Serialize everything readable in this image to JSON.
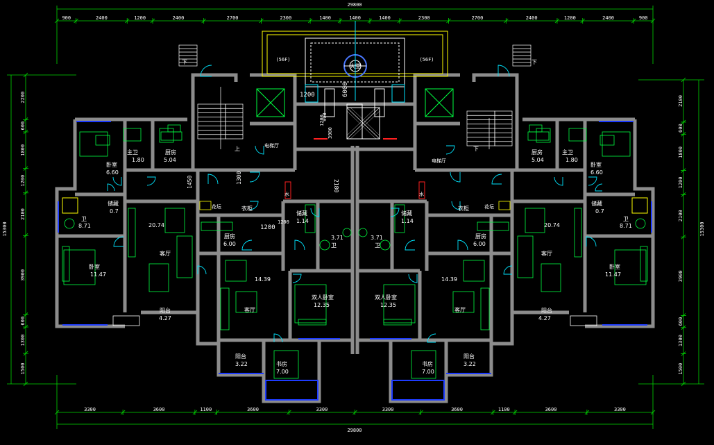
{
  "colors": {
    "background": "#000000",
    "wall": "#8c8c8c",
    "dimension_line": "#00d800",
    "furniture": "#00ff40",
    "door": "#00e5ff",
    "window": "#1e3cff",
    "text": "#ffffff",
    "stair": "#ffffff",
    "accent_red": "#ff2020",
    "accent_yellow": "#ffff00"
  },
  "overall": {
    "width_top": "29800",
    "width_bottom": "29800",
    "height_left": "15300",
    "height_right": "15300"
  },
  "dims_top": [
    "900",
    "2400",
    "1200",
    "2400",
    "2700",
    "2300",
    "1400",
    "1400",
    "1400",
    "2300",
    "2700",
    "2400",
    "1200",
    "2400",
    "900"
  ],
  "dims_bottom": [
    "3300",
    "3600",
    "1100",
    "3600",
    "3300",
    "3300",
    "3600",
    "1100",
    "3600",
    "3300"
  ],
  "dims_left": [
    "2200",
    "600",
    "1800",
    "1200",
    "2100",
    "3900",
    "600",
    "1300",
    "1500"
  ],
  "dims_right": [
    "2100",
    "600",
    "1800",
    "1200",
    "2100",
    "3900",
    "600",
    "1300",
    "1500"
  ],
  "center_dims": {
    "a": "1200",
    "b": "6000",
    "c": "1200",
    "d": "2180",
    "e": "1450",
    "f": "1300",
    "g": "1200",
    "h": "1200",
    "i": "900",
    "j": "3900"
  },
  "rooms_left": [
    {
      "name": "卧室",
      "area": "6.60"
    },
    {
      "name": "主卫",
      "area": "1.80"
    },
    {
      "name": "厨房",
      "area": "5.04"
    },
    {
      "name": "卫",
      "area": "8.71"
    },
    {
      "name": "储藏",
      "area": "0.7"
    },
    {
      "name": "卧室",
      "area": "11.47"
    },
    {
      "name": "客厅",
      "area": "20.74"
    },
    {
      "name": "阳台",
      "area": "4.27"
    },
    {
      "name": "厨房",
      "area": "6.00"
    },
    {
      "name": "客厅",
      "area": "14.39"
    },
    {
      "name": "阳台",
      "area": "3.22"
    },
    {
      "name": "书房",
      "area": "7.00"
    },
    {
      "name": "双人卧室",
      "area": "12.35"
    },
    {
      "name": "卫",
      "area": "3.71"
    },
    {
      "name": "储藏",
      "area": "1.14"
    },
    {
      "name": "衣柜",
      "area": ""
    },
    {
      "name": "电梯厅",
      "area": ""
    }
  ],
  "rooms_right": [
    {
      "name": "卧室",
      "area": "6.60"
    },
    {
      "name": "主卫",
      "area": "1.80"
    },
    {
      "name": "厨房",
      "area": "5.04"
    },
    {
      "name": "卫",
      "area": "8.71"
    },
    {
      "name": "储藏",
      "area": "0.7"
    },
    {
      "name": "卧室",
      "area": "11.47"
    },
    {
      "name": "客厅",
      "area": "20.74"
    },
    {
      "name": "阳台",
      "area": "4.27"
    },
    {
      "name": "厨房",
      "area": "6.00"
    },
    {
      "name": "客厅",
      "area": "14.39"
    },
    {
      "name": "阳台",
      "area": "3.22"
    },
    {
      "name": "书房",
      "area": "7.00"
    },
    {
      "name": "双人卧室",
      "area": "12.35"
    },
    {
      "name": "卫",
      "area": "3.71"
    },
    {
      "name": "储藏",
      "area": "1.14"
    },
    {
      "name": "衣柜",
      "area": ""
    },
    {
      "name": "电梯厅",
      "area": ""
    }
  ],
  "labels": {
    "stair_down_left": "下",
    "stair_down_right": "下",
    "stair_up_left": "上",
    "stair_down_inner_right": "下",
    "flower_left": "花坛",
    "flower_right": "花坛",
    "well_left": "(56F)",
    "well_right": "(56F)",
    "lobby": "大堂",
    "elevator_hall_left": "电梯厅",
    "elevator_hall_right": "电梯厅",
    "water_left": "水",
    "water_right": "水"
  }
}
